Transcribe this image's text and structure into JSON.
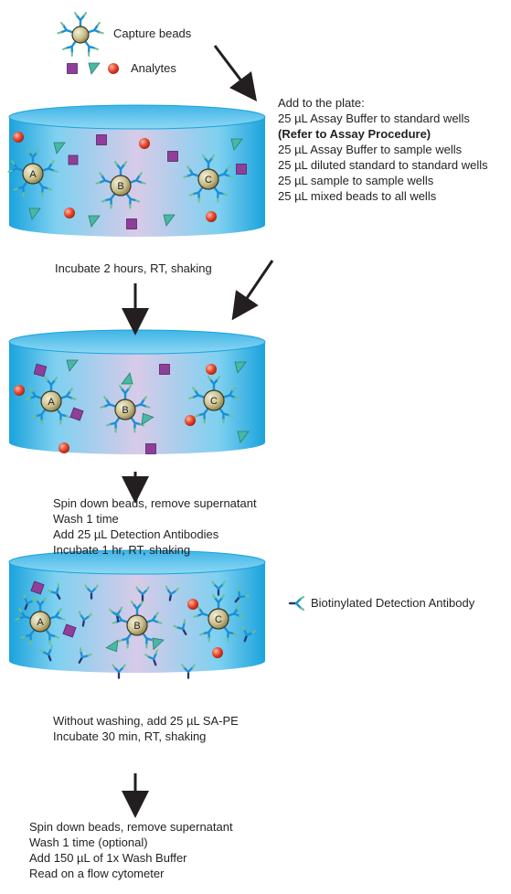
{
  "legend": {
    "capture_beads": "Capture beads",
    "analytes": "Analytes",
    "detection_antibody": "Biotinylated Detection Antibody"
  },
  "bead_labels": [
    "A",
    "B",
    "C"
  ],
  "step1": {
    "title": "Add to the plate:",
    "lines": [
      "25 µL Assay Buffer to standard wells",
      "(Refer to Assay Procedure)",
      "25 µL Assay Buffer to sample wells",
      "25 µL diluted standard to standard wells",
      "25 µL sample to sample wells",
      "25 µL mixed beads to all wells"
    ]
  },
  "step2": {
    "lines": [
      "Incubate 2 hours, RT, shaking"
    ]
  },
  "step3": {
    "lines": [
      "Spin down beads, remove supernatant",
      "Wash 1 time",
      "Add 25 µL Detection Antibodies",
      "Incubate 1 hr, RT, shaking"
    ]
  },
  "step4": {
    "lines": [
      "Without washing, add 25 µL SA-PE",
      "Incubate 30 min, RT, shaking"
    ]
  },
  "step5": {
    "lines": [
      "Spin down beads, remove supernatant",
      "Wash 1 time (optional)",
      "Add 150 µL of 1x Wash Buffer",
      "Read on a flow cytometer"
    ]
  },
  "colors": {
    "well_side_light": "#c8c4e6",
    "well_side_edge": "#1aa3dc",
    "well_top": "#5ec8ee",
    "bead": "#c9bf8c",
    "analyte_square": "#8e3f9a",
    "analyte_triangle": "#47b9a4",
    "analyte_sphere": "#e8472e",
    "antibody_blue": "#1c8fd4",
    "antibody_green": "#6cc08c",
    "antibody_navy": "#29356f",
    "arrow": "#231f20"
  }
}
